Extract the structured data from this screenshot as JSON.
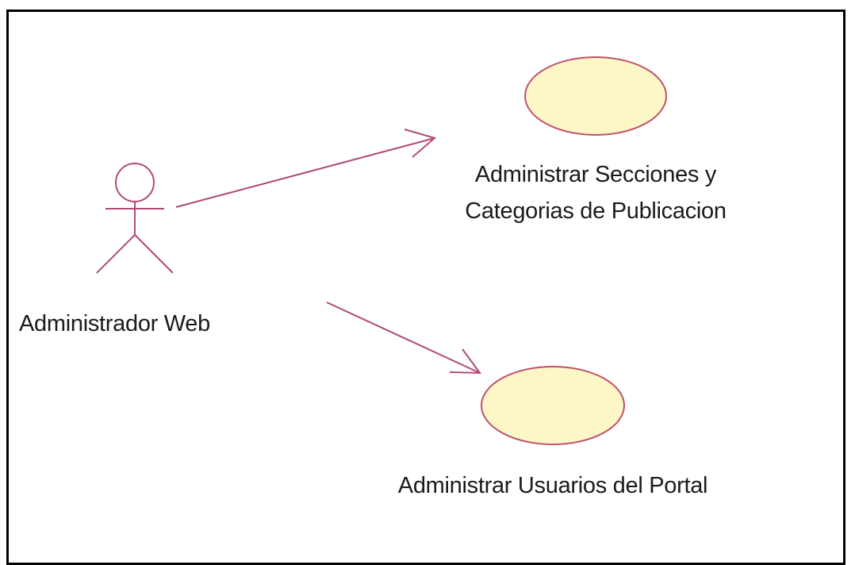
{
  "diagram": {
    "actor": {
      "name": "Administrador Web",
      "icon": "stick-figure-actor-icon"
    },
    "use_cases": [
      {
        "id": "uc1",
        "lines": [
          "Administrar Secciones y",
          "Categorias de Publicacion"
        ],
        "icon": "use-case-ellipse"
      },
      {
        "id": "uc2",
        "lines": [
          "Administrar Usuarios del Portal"
        ],
        "icon": "use-case-ellipse"
      }
    ],
    "associations": [
      {
        "from": "Administrador Web",
        "to": "uc1",
        "type": "directed-association"
      },
      {
        "from": "Administrador Web",
        "to": "uc2",
        "type": "directed-association"
      }
    ]
  },
  "colors": {
    "actor_stroke": "#b04a78",
    "association_stroke": "#b04a78",
    "ellipse_fill": "#fdf7c8",
    "ellipse_stroke": "#c0506a",
    "text": "#1a1a1a",
    "frame": "#000000"
  }
}
